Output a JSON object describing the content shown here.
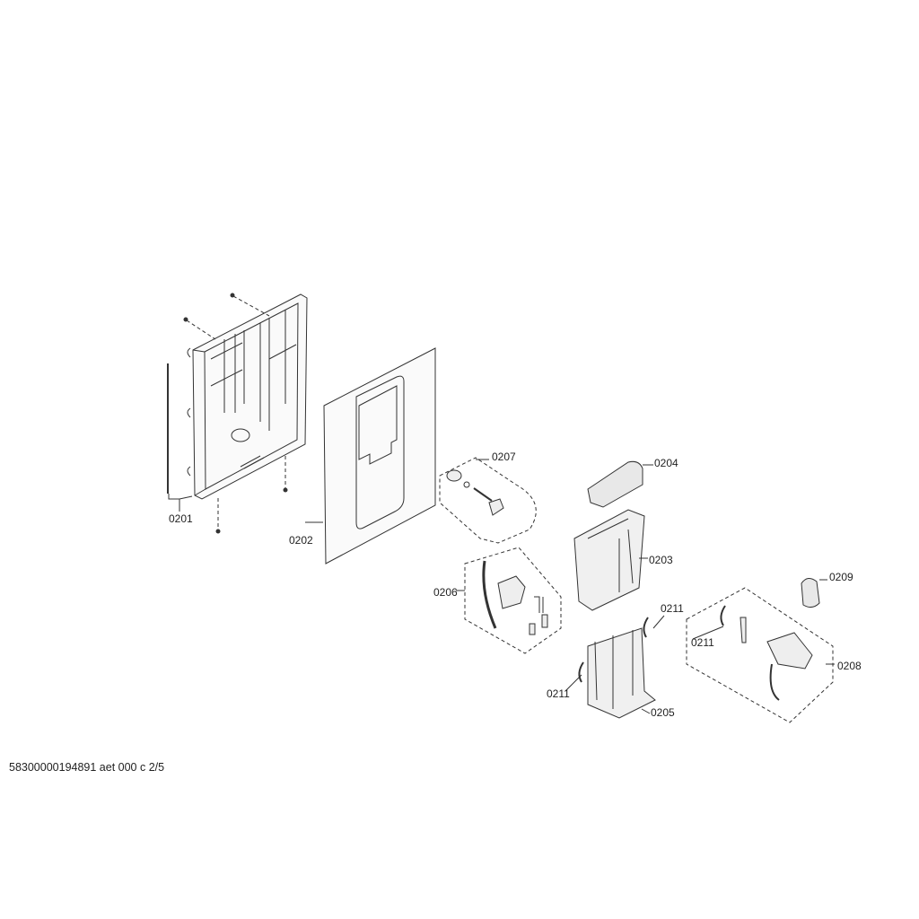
{
  "parts": [
    {
      "id": "0201"
    },
    {
      "id": "0202"
    },
    {
      "id": "0203"
    },
    {
      "id": "0204"
    },
    {
      "id": "0205"
    },
    {
      "id": "0206"
    },
    {
      "id": "0207"
    },
    {
      "id": "0208"
    },
    {
      "id": "0209"
    },
    {
      "id": "0211a",
      "label": "0211"
    },
    {
      "id": "0211b",
      "label": "0211"
    },
    {
      "id": "0211c",
      "label": "0211"
    }
  ],
  "labels": {
    "p0201": "0201",
    "p0202": "0202",
    "p0203": "0203",
    "p0204": "0204",
    "p0205": "0205",
    "p0206": "0206",
    "p0207": "0207",
    "p0208": "0208",
    "p0209": "0209",
    "p0211_a": "0211",
    "p0211_b": "0211",
    "p0211_c": "0211"
  },
  "footer": "58300000194891 aet 000 c 2/5"
}
